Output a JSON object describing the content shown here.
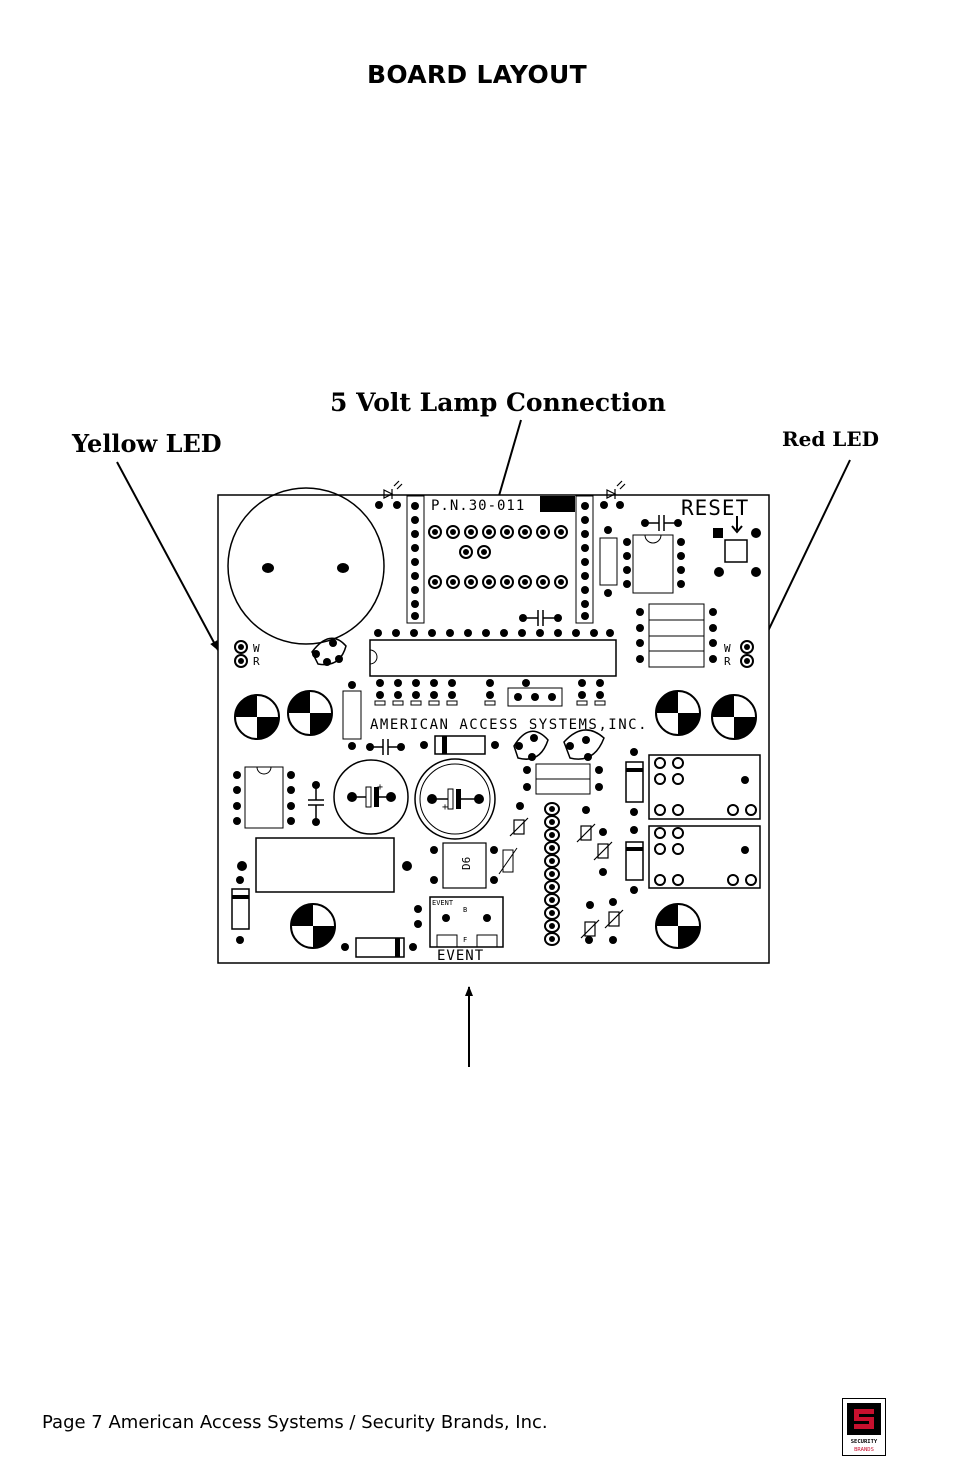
{
  "page": {
    "title": "BOARD LAYOUT",
    "footer": "Page 7 American Access Systems / Security Brands, Inc."
  },
  "callouts": {
    "lamp": "5 Volt Lamp Connection",
    "yellow_led": "Yellow LED",
    "red_led": "Red LED"
  },
  "board": {
    "part_number": "P.N.30-011",
    "reset": "RESET",
    "company": "AMERICAN ACCESS SYSTEMS,INC.",
    "event": "EVENT",
    "event_small": "EVENT",
    "jumper_w": "W",
    "jumper_r": "R",
    "bridge_label": "D6",
    "small_b": "B",
    "small_f": "F"
  },
  "logo": {
    "text": "SECURITY BRANDS",
    "accent": "#c8102e"
  }
}
